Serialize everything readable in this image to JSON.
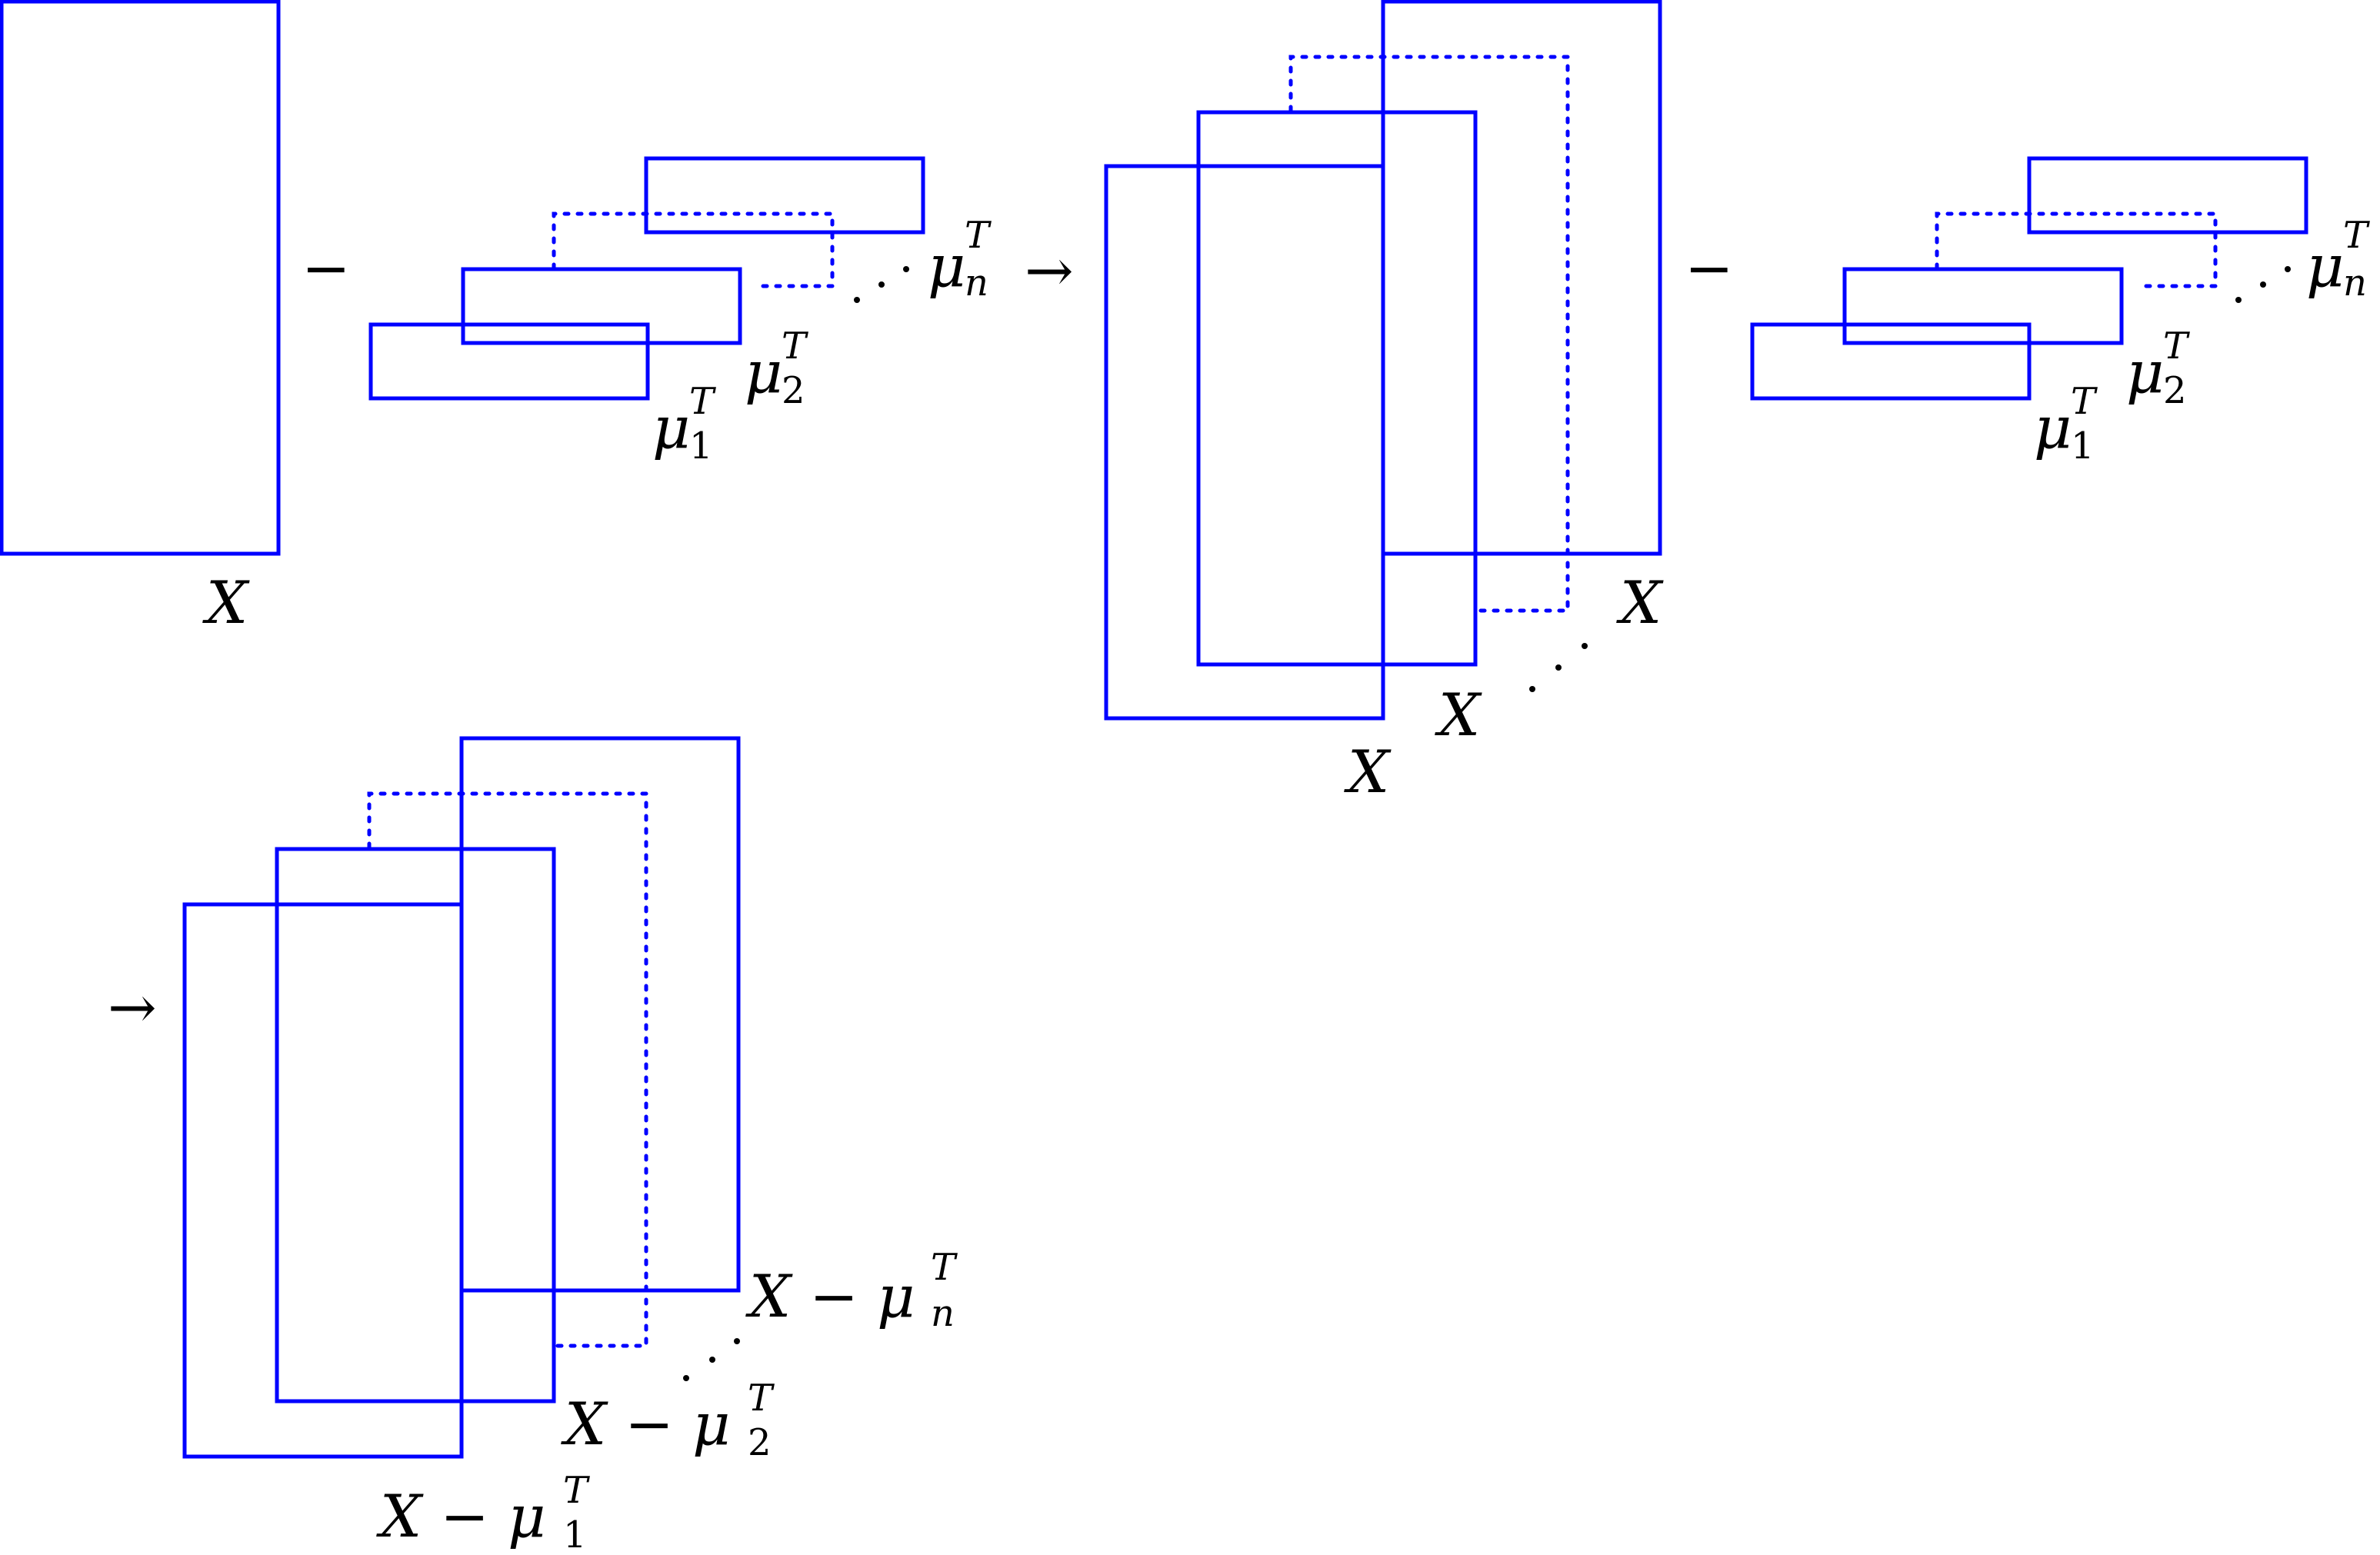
{
  "colors": {
    "stroke": "#0000ff",
    "text": "#000000",
    "background": "#ffffff"
  },
  "symbols": {
    "minus": "−",
    "arrow": "→",
    "mu": "μ",
    "sup_T": "T",
    "X": "X",
    "one": "1",
    "two": "2",
    "n": "n"
  },
  "labels": {
    "matrix_X": "X",
    "mu_1": {
      "base": "μ",
      "sup": "T",
      "sub": "1"
    },
    "mu_2": {
      "base": "μ",
      "sup": "T",
      "sub": "2"
    },
    "mu_n": {
      "base": "μ",
      "sup": "T",
      "sub": "n"
    },
    "diff_1": {
      "base": "X − μ",
      "sup": "T",
      "sub": "1"
    },
    "diff_2": {
      "base": "X − μ",
      "sup": "T",
      "sub": "2"
    },
    "diff_n": {
      "base": "X − μ",
      "sup": "T",
      "sub": "n"
    }
  }
}
